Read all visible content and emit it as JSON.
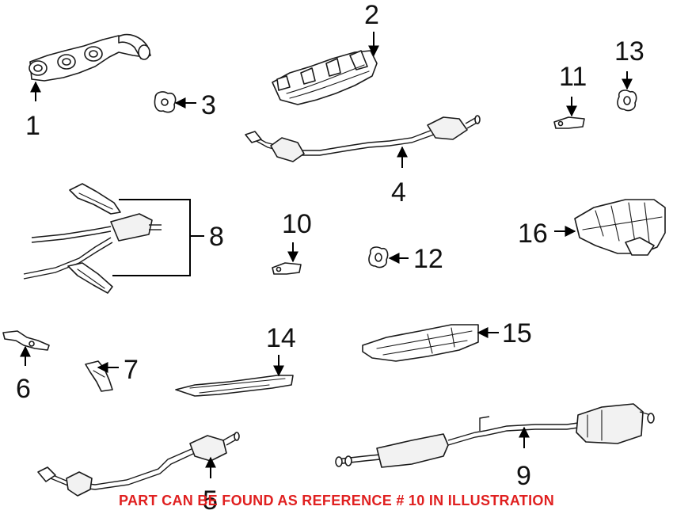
{
  "callouts": {
    "c1": "1",
    "c2": "2",
    "c3": "3",
    "c4": "4",
    "c5": "5",
    "c6": "6",
    "c7": "7",
    "c8": "8",
    "c9": "9",
    "c10": "10",
    "c11": "11",
    "c12": "12",
    "c13": "13",
    "c14": "14",
    "c15": "15",
    "c16": "16"
  },
  "footer_note": "PART CAN BE FOUND AS REFERENCE # 10 IN ILLUSTRATION",
  "colors": {
    "footer": "#e02020",
    "line": "#1a1a1a",
    "background": "#ffffff"
  }
}
